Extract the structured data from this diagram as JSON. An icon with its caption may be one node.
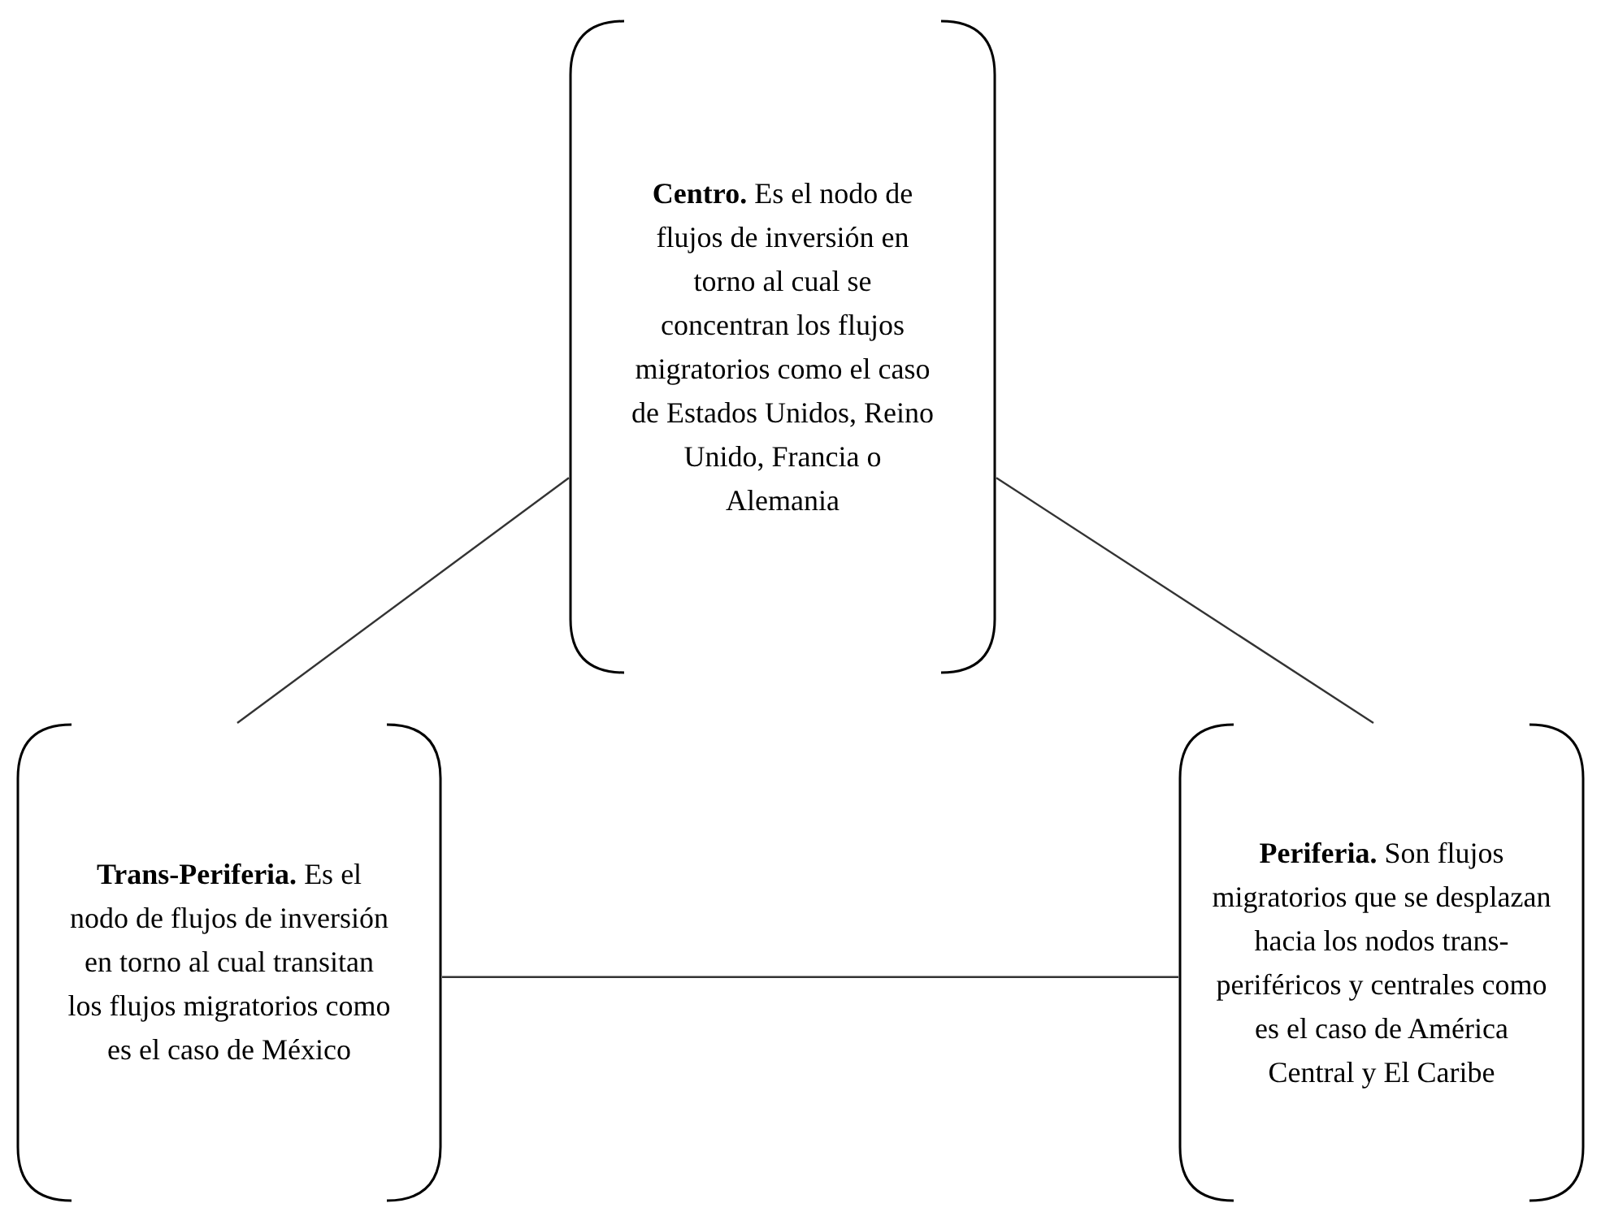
{
  "diagram": {
    "nodes": [
      {
        "text": [
          "**Centro.** Es el nodo de flujos de inversión en torno al cual se concentran los flujos migratorios como el caso de Estados Unidos, Reino Unido, Francia o Alemania"
        ]
      },
      {
        "text": [
          "**Trans-Periferia.** Es el nodo de flujos de inversión en torno al cual transitan los flujos migratorios como es el caso de México"
        ]
      },
      {
        "text": [
          "**Periferia.** Son flujos migratorios que se desplazan hacia los nodos trans-periféricos y centrales como es el caso de América Central y El Caribe"
        ]
      }
    ],
    "edges": [
      {
        "from": 0,
        "to": 1,
        "arrow": "none"
      },
      {
        "from": 0,
        "to": 2,
        "arrow": "none"
      },
      {
        "from": 1,
        "to": 2,
        "arrow": "none"
      }
    ]
  }
}
